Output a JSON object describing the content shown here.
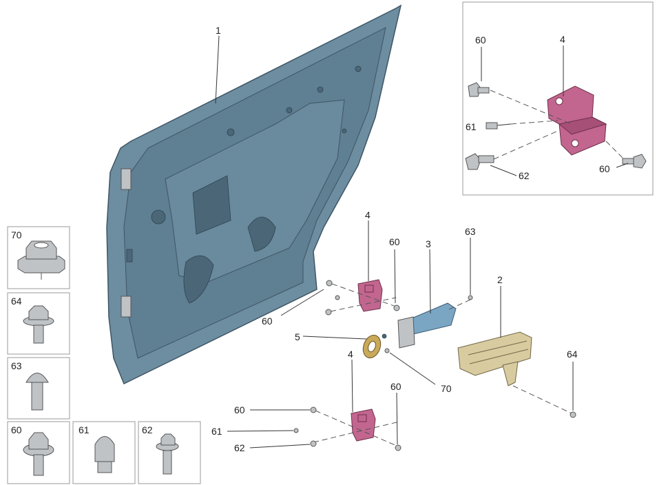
{
  "diagram": {
    "title": "Door shell with hinges and lock parts - exploded view",
    "main_callouts": {
      "door_shell": "1",
      "lock_unit": "2",
      "striker_bracket": "3",
      "hinge_upper": "4",
      "hinge_lower": "4",
      "gasket": "5",
      "bolt_60_upper_left": "60",
      "bolt_60_upper_right": "60",
      "screw_63": "63",
      "nut_70": "70",
      "bolt_60_lower_left": "60",
      "bolt_60_lower_right": "60",
      "pin_61": "61",
      "bolt_62": "62",
      "bolt_64": "64"
    },
    "inset": {
      "hinge": "4",
      "bolt_60_top": "60",
      "pin_61": "61",
      "bolt_62": "62",
      "bolt_60_right": "60"
    },
    "legend_boxes": [
      {
        "label": "70",
        "part": "flange-nut"
      },
      {
        "label": "64",
        "part": "hex-flange-bolt"
      },
      {
        "label": "63",
        "part": "round-head-screw"
      },
      {
        "label": "60",
        "part": "hex-flange-bolt-collar"
      },
      {
        "label": "61",
        "part": "guide-pin"
      },
      {
        "label": "62",
        "part": "hex-bolt"
      }
    ],
    "colors": {
      "door": "#6d8da0",
      "hinge": "#c2668f",
      "striker": "#7aa6c4",
      "lock": "#d8cba0"
    }
  }
}
